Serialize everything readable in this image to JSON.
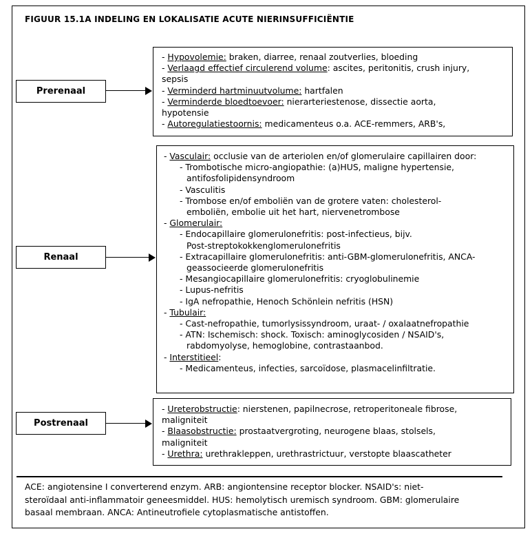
{
  "title": "FIGUUR 15.1A  INDELING EN LOKALISATIE  ACUTE NIERINSUFFICIËNTIE",
  "categories": {
    "prerenaal": "Prerenaal",
    "renaal": "Renaal",
    "postrenaal": "Postrenaal"
  },
  "prerenaal": {
    "l1a": "- ",
    "l1u": "Hypovolemie:",
    "l1b": "  braken, diarree, renaal zoutverlies, bloeding",
    "l2a": "- ",
    "l2u": "Verlaagd  effectief circulerend volume",
    "l2b": ": ascites, peritonitis,  crush injury,",
    "l3": "sepsis",
    "l4a": "- ",
    "l4u": "Verminderd hartminuutvolume:",
    "l4b": "  hartfalen",
    "l5a": "- ",
    "l5u": "Verminderde bloedtoevoer:",
    "l5b": " nierarteriestenose, dissectie  aorta,",
    "l6": "hypotensie",
    "l7a": "- ",
    "l7u": "Autoregulatiestoornis:",
    "l7b": "  medicamenteus  o.a. ACE-remmers, ARB's,"
  },
  "renaal": {
    "vasc_a": "- ",
    "vasc_u": "Vasculair:",
    "vasc_b": " occlusie van de arteriolen en/of glomerulaire  capillairen door:",
    "v1": "- Trombotische micro-angiopathie:  (a)HUS, maligne hypertensie,",
    "v1b": "antifosfolipidensyndroom",
    "v2": "- Vasculitis",
    "v3": "- Trombose en/of emboliën  van de grotere vaten: cholesterol-",
    "v3b": "emboliën, embolie uit het hart, niervenetrombose",
    "glom_a": "- ",
    "glom_u": "Glomerulair:",
    "g1": "- Endocapillaire  glomerulonefritis: post-infectieus,  bijv.",
    "g1b": "Post-streptokokkenglomerulonefritis",
    "g2": "- Extracapillaire  glomerulonefritis: anti-GBM-glomerulonefritis,  ANCA-",
    "g2b": "geassocieerde glomerulonefritis",
    "g3": "- Mesangiocapillaire  glomerulonefritis:  cryoglobulinemie",
    "g4": "- Lupus-nefritis",
    "g5": "- IgA  nefropathie, Henoch Schönlein  nefritis (HSN)",
    "tub_a": "- ",
    "tub_u": "Tubulair:",
    "t1": "- Cast-nefropathie, tumorlysissyndroom, uraat- / oxalaatnefropathie",
    "t2": "- ATN: Ischemisch:  shock.  Toxisch:  aminoglycosiden  / NSAID's,",
    "t2b": "rabdomyolyse, hemoglobine,  contrastaanbod.",
    "int_a": "- ",
    "int_u": "Interstitieel",
    "int_b": ":",
    "i1": "- Medicamenteus,  infecties,  sarcoïdose,  plasmacelinfiltratie."
  },
  "postrenaal": {
    "l1a": "- ",
    "l1u": "Ureterobstructie",
    "l1b": ": nierstenen,  papilnecrose,  retroperitoneale  fibrose,",
    "l2": "maligniteit",
    "l3a": "- ",
    "l3u": "Blaasobstructie:",
    "l3b": "  prostaatvergroting,  neurogene blaas,  stolsels,",
    "l4": "maligniteit",
    "l5a": "- ",
    "l5u": "Urethra:",
    "l5b": " urethrakleppen,  urethrastrictuur,  verstopte  blaascatheter"
  },
  "footnote": {
    "line1": "ACE: angiotensine I converterend enzym. ARB: angiontensine  receptor blocker.  NSAID's: niet-",
    "line2": "steroïdaal anti-inflammatoir geneesmiddel. HUS: hemolytisch uremisch syndroom. GBM: glomerulaire",
    "line3": "basaal membraan. ANCA: Antineutrofiele  cytoplasmatische  antistoffen."
  }
}
